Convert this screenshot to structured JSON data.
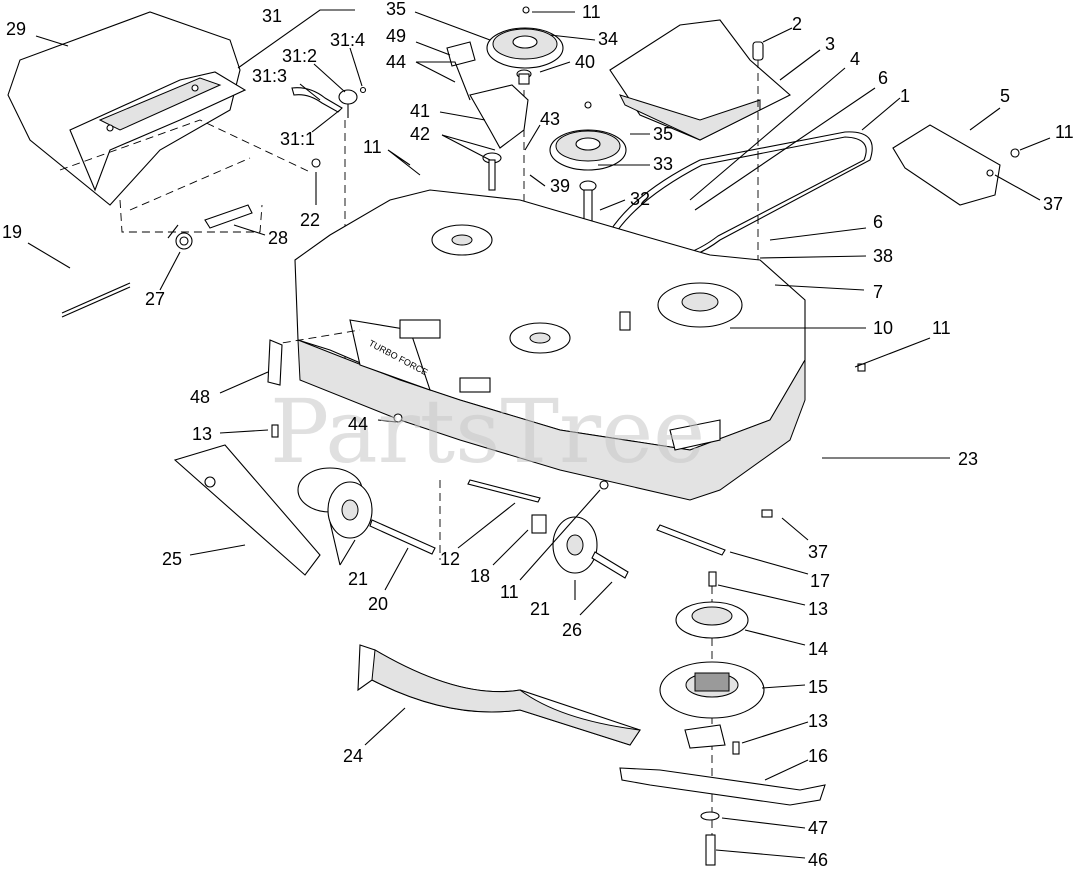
{
  "watermark": "PartsTree",
  "deck_label": "TURBO FORCE",
  "callouts": [
    {
      "id": "c29",
      "text": "29"
    },
    {
      "id": "c31",
      "text": "31"
    },
    {
      "id": "c31-4",
      "text": "31:4"
    },
    {
      "id": "c31-2",
      "text": "31:2"
    },
    {
      "id": "c31-3",
      "text": "31:3"
    },
    {
      "id": "c31-1",
      "text": "31:1"
    },
    {
      "id": "c35a",
      "text": "35"
    },
    {
      "id": "c11a",
      "text": "11"
    },
    {
      "id": "c34",
      "text": "34"
    },
    {
      "id": "c49",
      "text": "49"
    },
    {
      "id": "c44a",
      "text": "44"
    },
    {
      "id": "c40",
      "text": "40"
    },
    {
      "id": "c41",
      "text": "41"
    },
    {
      "id": "c42",
      "text": "42"
    },
    {
      "id": "c43",
      "text": "43"
    },
    {
      "id": "c35b",
      "text": "35"
    },
    {
      "id": "c33",
      "text": "33"
    },
    {
      "id": "c39",
      "text": "39"
    },
    {
      "id": "c32",
      "text": "32"
    },
    {
      "id": "c11b",
      "text": "11"
    },
    {
      "id": "c22",
      "text": "22"
    },
    {
      "id": "c28",
      "text": "28"
    },
    {
      "id": "c19",
      "text": "19"
    },
    {
      "id": "c27",
      "text": "27"
    },
    {
      "id": "c2",
      "text": "2"
    },
    {
      "id": "c3",
      "text": "3"
    },
    {
      "id": "c4",
      "text": "4"
    },
    {
      "id": "c6a",
      "text": "6"
    },
    {
      "id": "c1",
      "text": "1"
    },
    {
      "id": "c5",
      "text": "5"
    },
    {
      "id": "c11c",
      "text": "11"
    },
    {
      "id": "c37a",
      "text": "37"
    },
    {
      "id": "c6b",
      "text": "6"
    },
    {
      "id": "c38",
      "text": "38"
    },
    {
      "id": "c7",
      "text": "7"
    },
    {
      "id": "c10",
      "text": "10"
    },
    {
      "id": "c11d",
      "text": "11"
    },
    {
      "id": "c48",
      "text": "48"
    },
    {
      "id": "c13a",
      "text": "13"
    },
    {
      "id": "c44b",
      "text": "44"
    },
    {
      "id": "c23",
      "text": "23"
    },
    {
      "id": "c37b",
      "text": "37"
    },
    {
      "id": "c12",
      "text": "12"
    },
    {
      "id": "c17",
      "text": "17"
    },
    {
      "id": "c25",
      "text": "25"
    },
    {
      "id": "c21a",
      "text": "21"
    },
    {
      "id": "c20",
      "text": "20"
    },
    {
      "id": "c18",
      "text": "18"
    },
    {
      "id": "c11e",
      "text": "11"
    },
    {
      "id": "c21b",
      "text": "21"
    },
    {
      "id": "c26",
      "text": "26"
    },
    {
      "id": "c13b",
      "text": "13"
    },
    {
      "id": "c14",
      "text": "14"
    },
    {
      "id": "c15",
      "text": "15"
    },
    {
      "id": "c24",
      "text": "24"
    },
    {
      "id": "c13c",
      "text": "13"
    },
    {
      "id": "c16",
      "text": "16"
    },
    {
      "id": "c47",
      "text": "47"
    },
    {
      "id": "c46",
      "text": "46"
    }
  ]
}
